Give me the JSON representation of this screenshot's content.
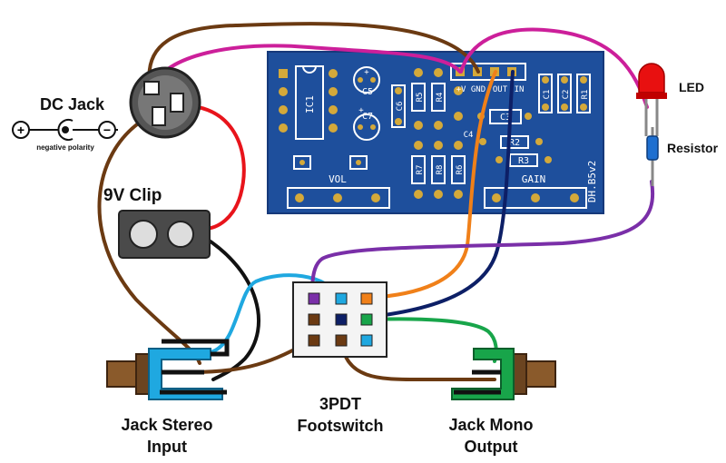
{
  "labels": {
    "dc_jack": "DC Jack",
    "negative_polarity": "negative polarity",
    "nine_volt_clip": "9V Clip",
    "led": "LED",
    "resistor": "Resistor",
    "jack_stereo_line1": "Jack Stereo",
    "jack_stereo_line2": "Input",
    "footswitch_line1": "3PDT",
    "footswitch_line2": "Footswitch",
    "jack_mono_line1": "Jack Mono",
    "jack_mono_line2": "Output"
  },
  "polarity_symbols": {
    "plus": "+",
    "minus": "−"
  },
  "pcb": {
    "board_name": "DH.B5v2",
    "pads": [
      "+V",
      "GND",
      "OUT",
      "IN"
    ],
    "components": {
      "ic1": "IC1",
      "c1": "C1",
      "c2": "C2",
      "c3": "C3",
      "c4": "C4",
      "c5": "C5",
      "c6": "C6",
      "c7": "C7",
      "r1": "R1",
      "r2": "R2",
      "r3": "R3",
      "r4": "R4",
      "r5": "R5",
      "r6": "R6",
      "r7": "R7",
      "r8": "R8",
      "vol": "VOL",
      "gain": "GAIN"
    }
  },
  "colors": {
    "pcb": "#1e4f9c",
    "wire_red": "#e8141b",
    "wire_black": "#111111",
    "wire_brown": "#6b3a12",
    "wire_magenta": "#cc1f9a",
    "wire_orange": "#f08019",
    "wire_navy": "#0d1f66",
    "wire_purple": "#7a2fa8",
    "wire_lightblue": "#1fa8e0",
    "wire_green": "#18a54a",
    "led": "#e81010"
  }
}
